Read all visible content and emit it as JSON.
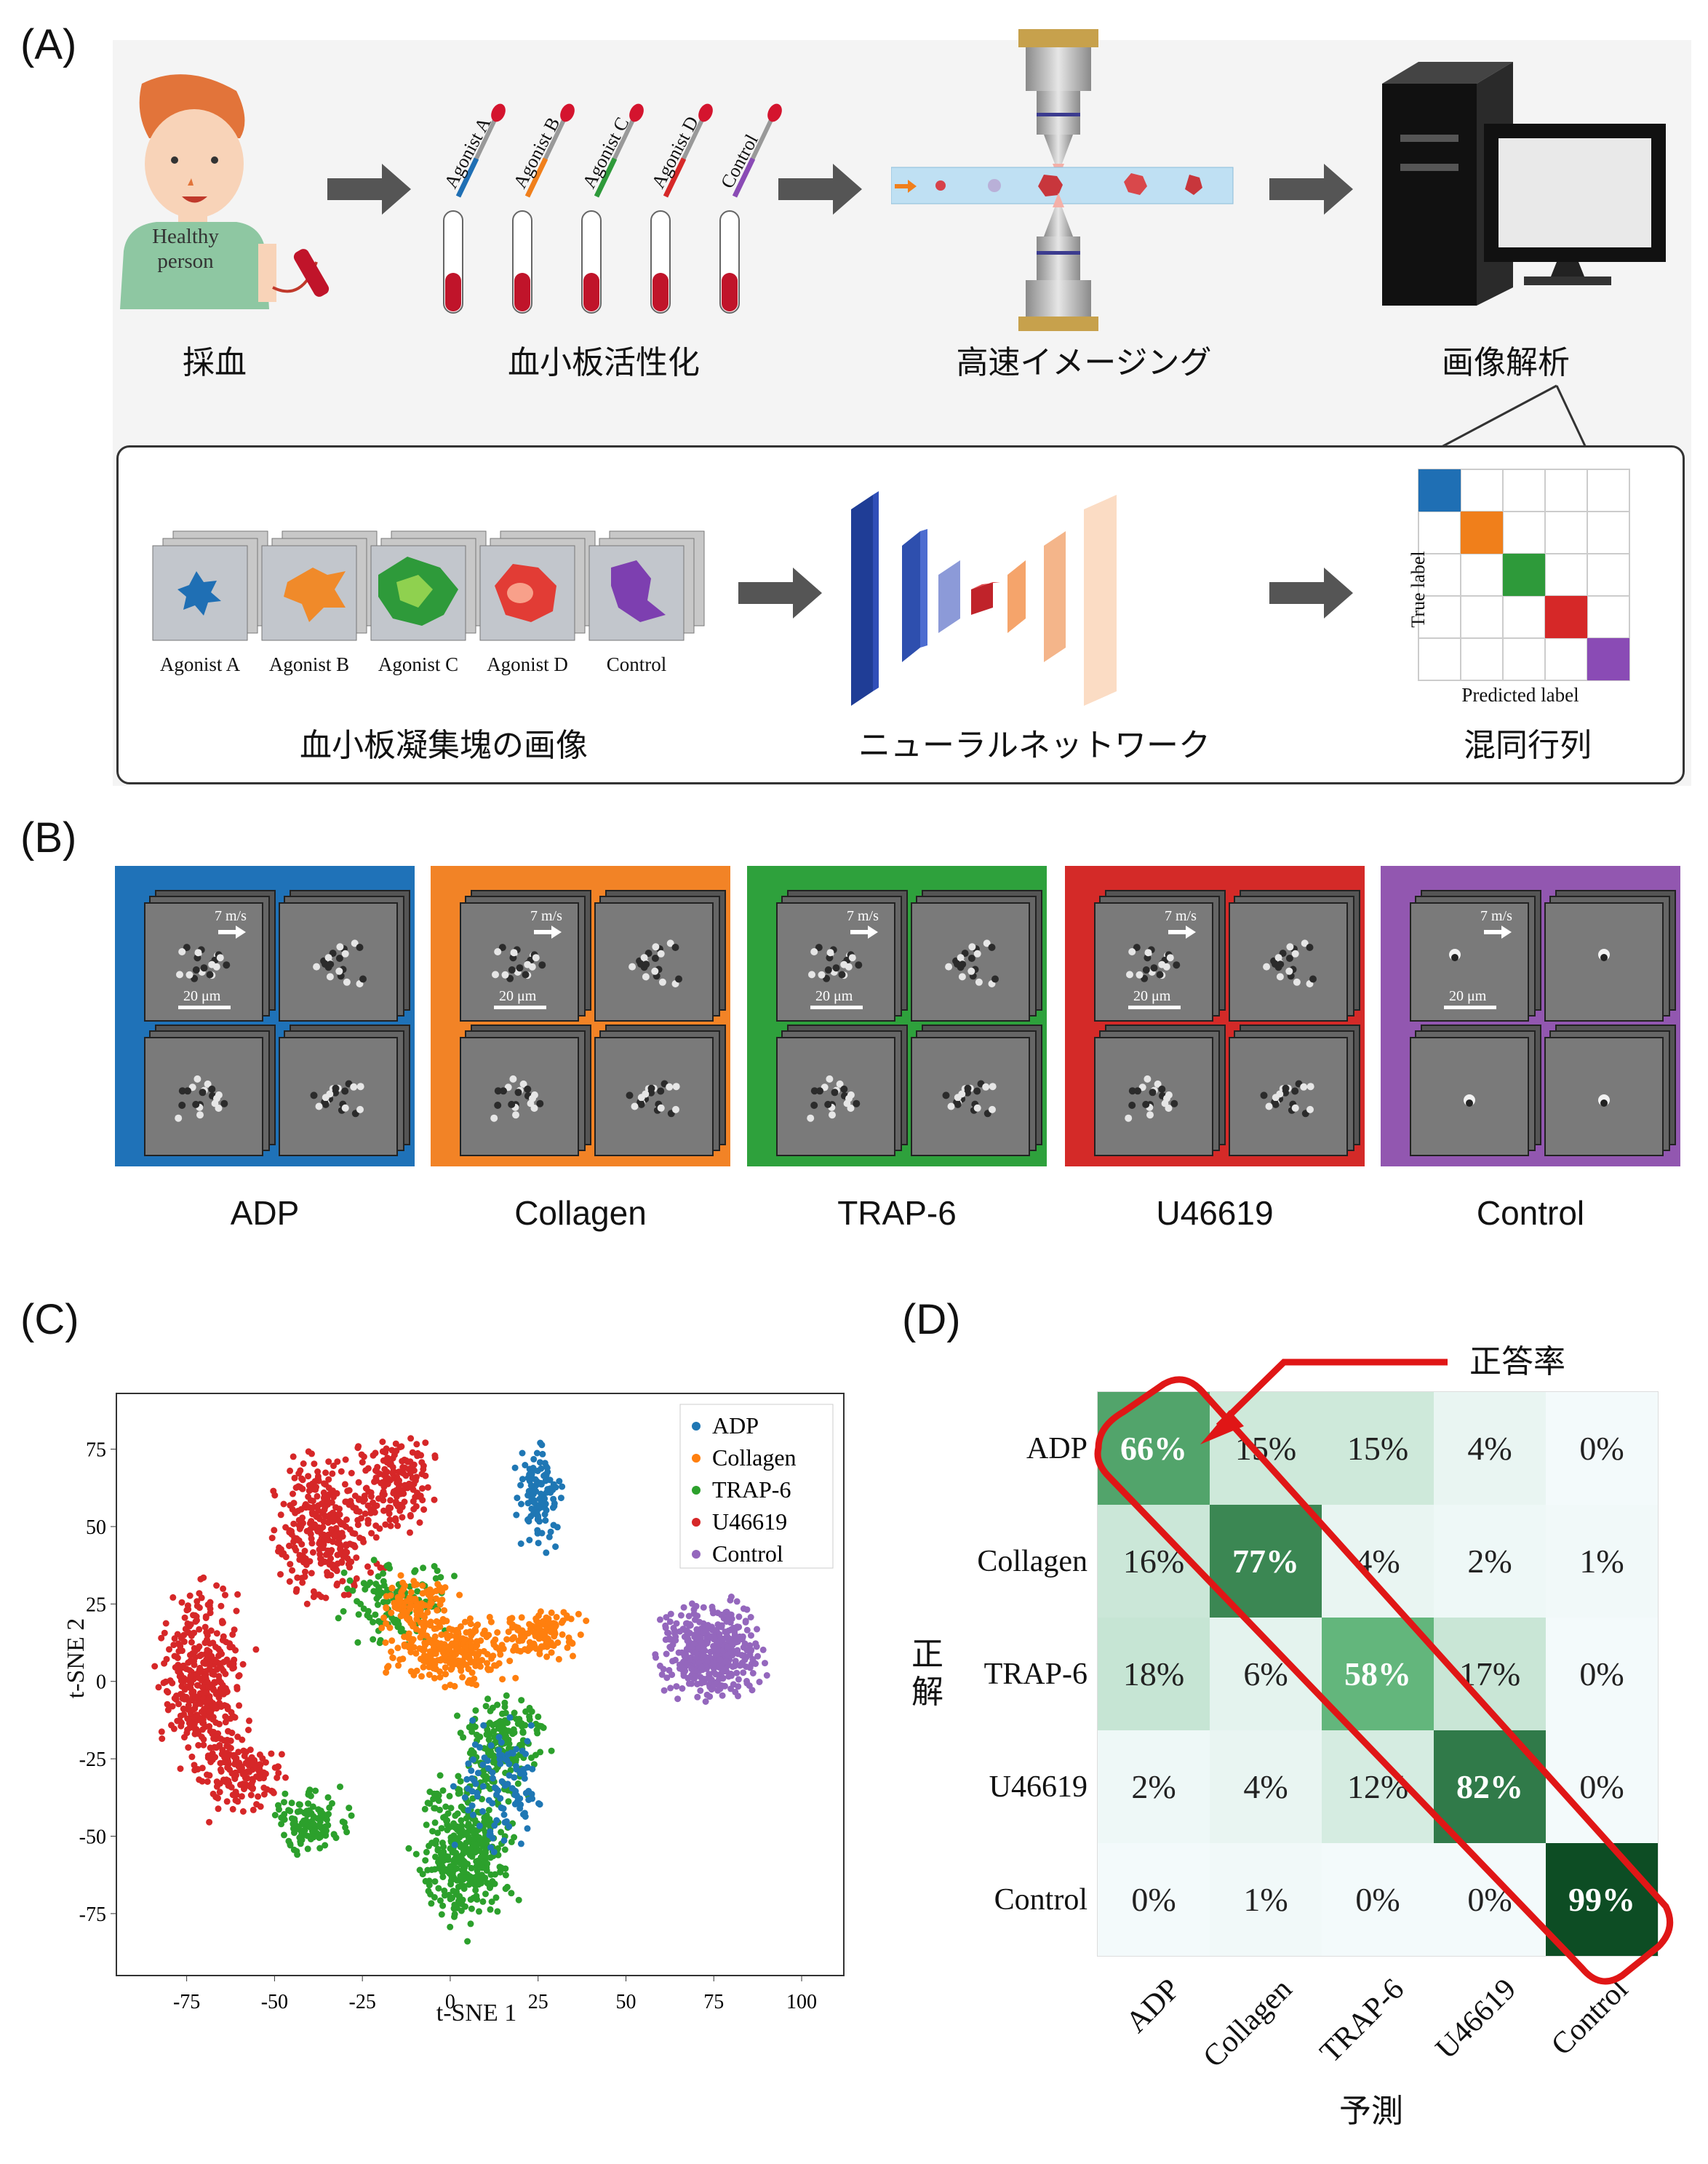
{
  "panel_labels": {
    "a": "(A)",
    "b": "(B)",
    "c": "(C)",
    "d": "(D)"
  },
  "panel_a": {
    "person_shirt": [
      "Healthy",
      "person"
    ],
    "steps": [
      "採血",
      "血小板活性化",
      "高速イメージング",
      "画像解析"
    ],
    "tubes": [
      "Agonist A",
      "Agonist B",
      "Agonist C",
      "Agonist D",
      "Control"
    ],
    "tube_colors": [
      "#1f6fb4",
      "#f07f1b",
      "#2e9a3a",
      "#d62828",
      "#8a4bb5"
    ],
    "sub": {
      "tile_labels": [
        "Agonist A",
        "Agonist B",
        "Agonist C",
        "Agonist D",
        "Control"
      ],
      "captions": [
        "血小板凝集塊の画像",
        "ニューラルネットワーク",
        "混同行列"
      ],
      "cm_true": "True label",
      "cm_pred": "Predicted label"
    }
  },
  "panel_b": {
    "groups": [
      {
        "name": "ADP",
        "color": "#1f72b8"
      },
      {
        "name": "Collagen",
        "color": "#f28326"
      },
      {
        "name": "TRAP-6",
        "color": "#2ea13c"
      },
      {
        "name": "U46619",
        "color": "#d42a28"
      },
      {
        "name": "Control",
        "color": "#9257b0"
      }
    ],
    "speed": "7 m/s",
    "scale": "20 μm"
  },
  "chart_data": [
    {
      "type": "scatter",
      "xlabel": "t-SNE 1",
      "ylabel": "t-SNE 2",
      "xticks": [
        -75,
        -50,
        -25,
        0,
        25,
        50,
        75,
        100
      ],
      "yticks": [
        75,
        50,
        25,
        0,
        -25,
        -50,
        -75
      ],
      "xlim": [
        -95,
        112
      ],
      "ylim": [
        -95,
        93
      ],
      "legend": "top-right",
      "series": [
        {
          "name": "ADP",
          "color": "#1f77b4"
        },
        {
          "name": "Collagen",
          "color": "#ff7f0e"
        },
        {
          "name": "TRAP-6",
          "color": "#2ca02c"
        },
        {
          "name": "U46619",
          "color": "#d62728"
        },
        {
          "name": "Control",
          "color": "#9467bd"
        }
      ]
    },
    {
      "type": "heatmap",
      "rows": [
        "ADP",
        "Collagen",
        "TRAP-6",
        "U46619",
        "Control"
      ],
      "cols": [
        "ADP",
        "Collagen",
        "TRAP-6",
        "U46619",
        "Control"
      ],
      "values": [
        [
          66,
          15,
          15,
          4,
          0
        ],
        [
          16,
          77,
          4,
          2,
          1
        ],
        [
          18,
          6,
          58,
          17,
          0
        ],
        [
          2,
          4,
          12,
          82,
          0
        ],
        [
          0,
          1,
          0,
          0,
          99
        ]
      ],
      "ylabel": "正解",
      "xlabel": "予測",
      "annotation": "正答率"
    }
  ]
}
